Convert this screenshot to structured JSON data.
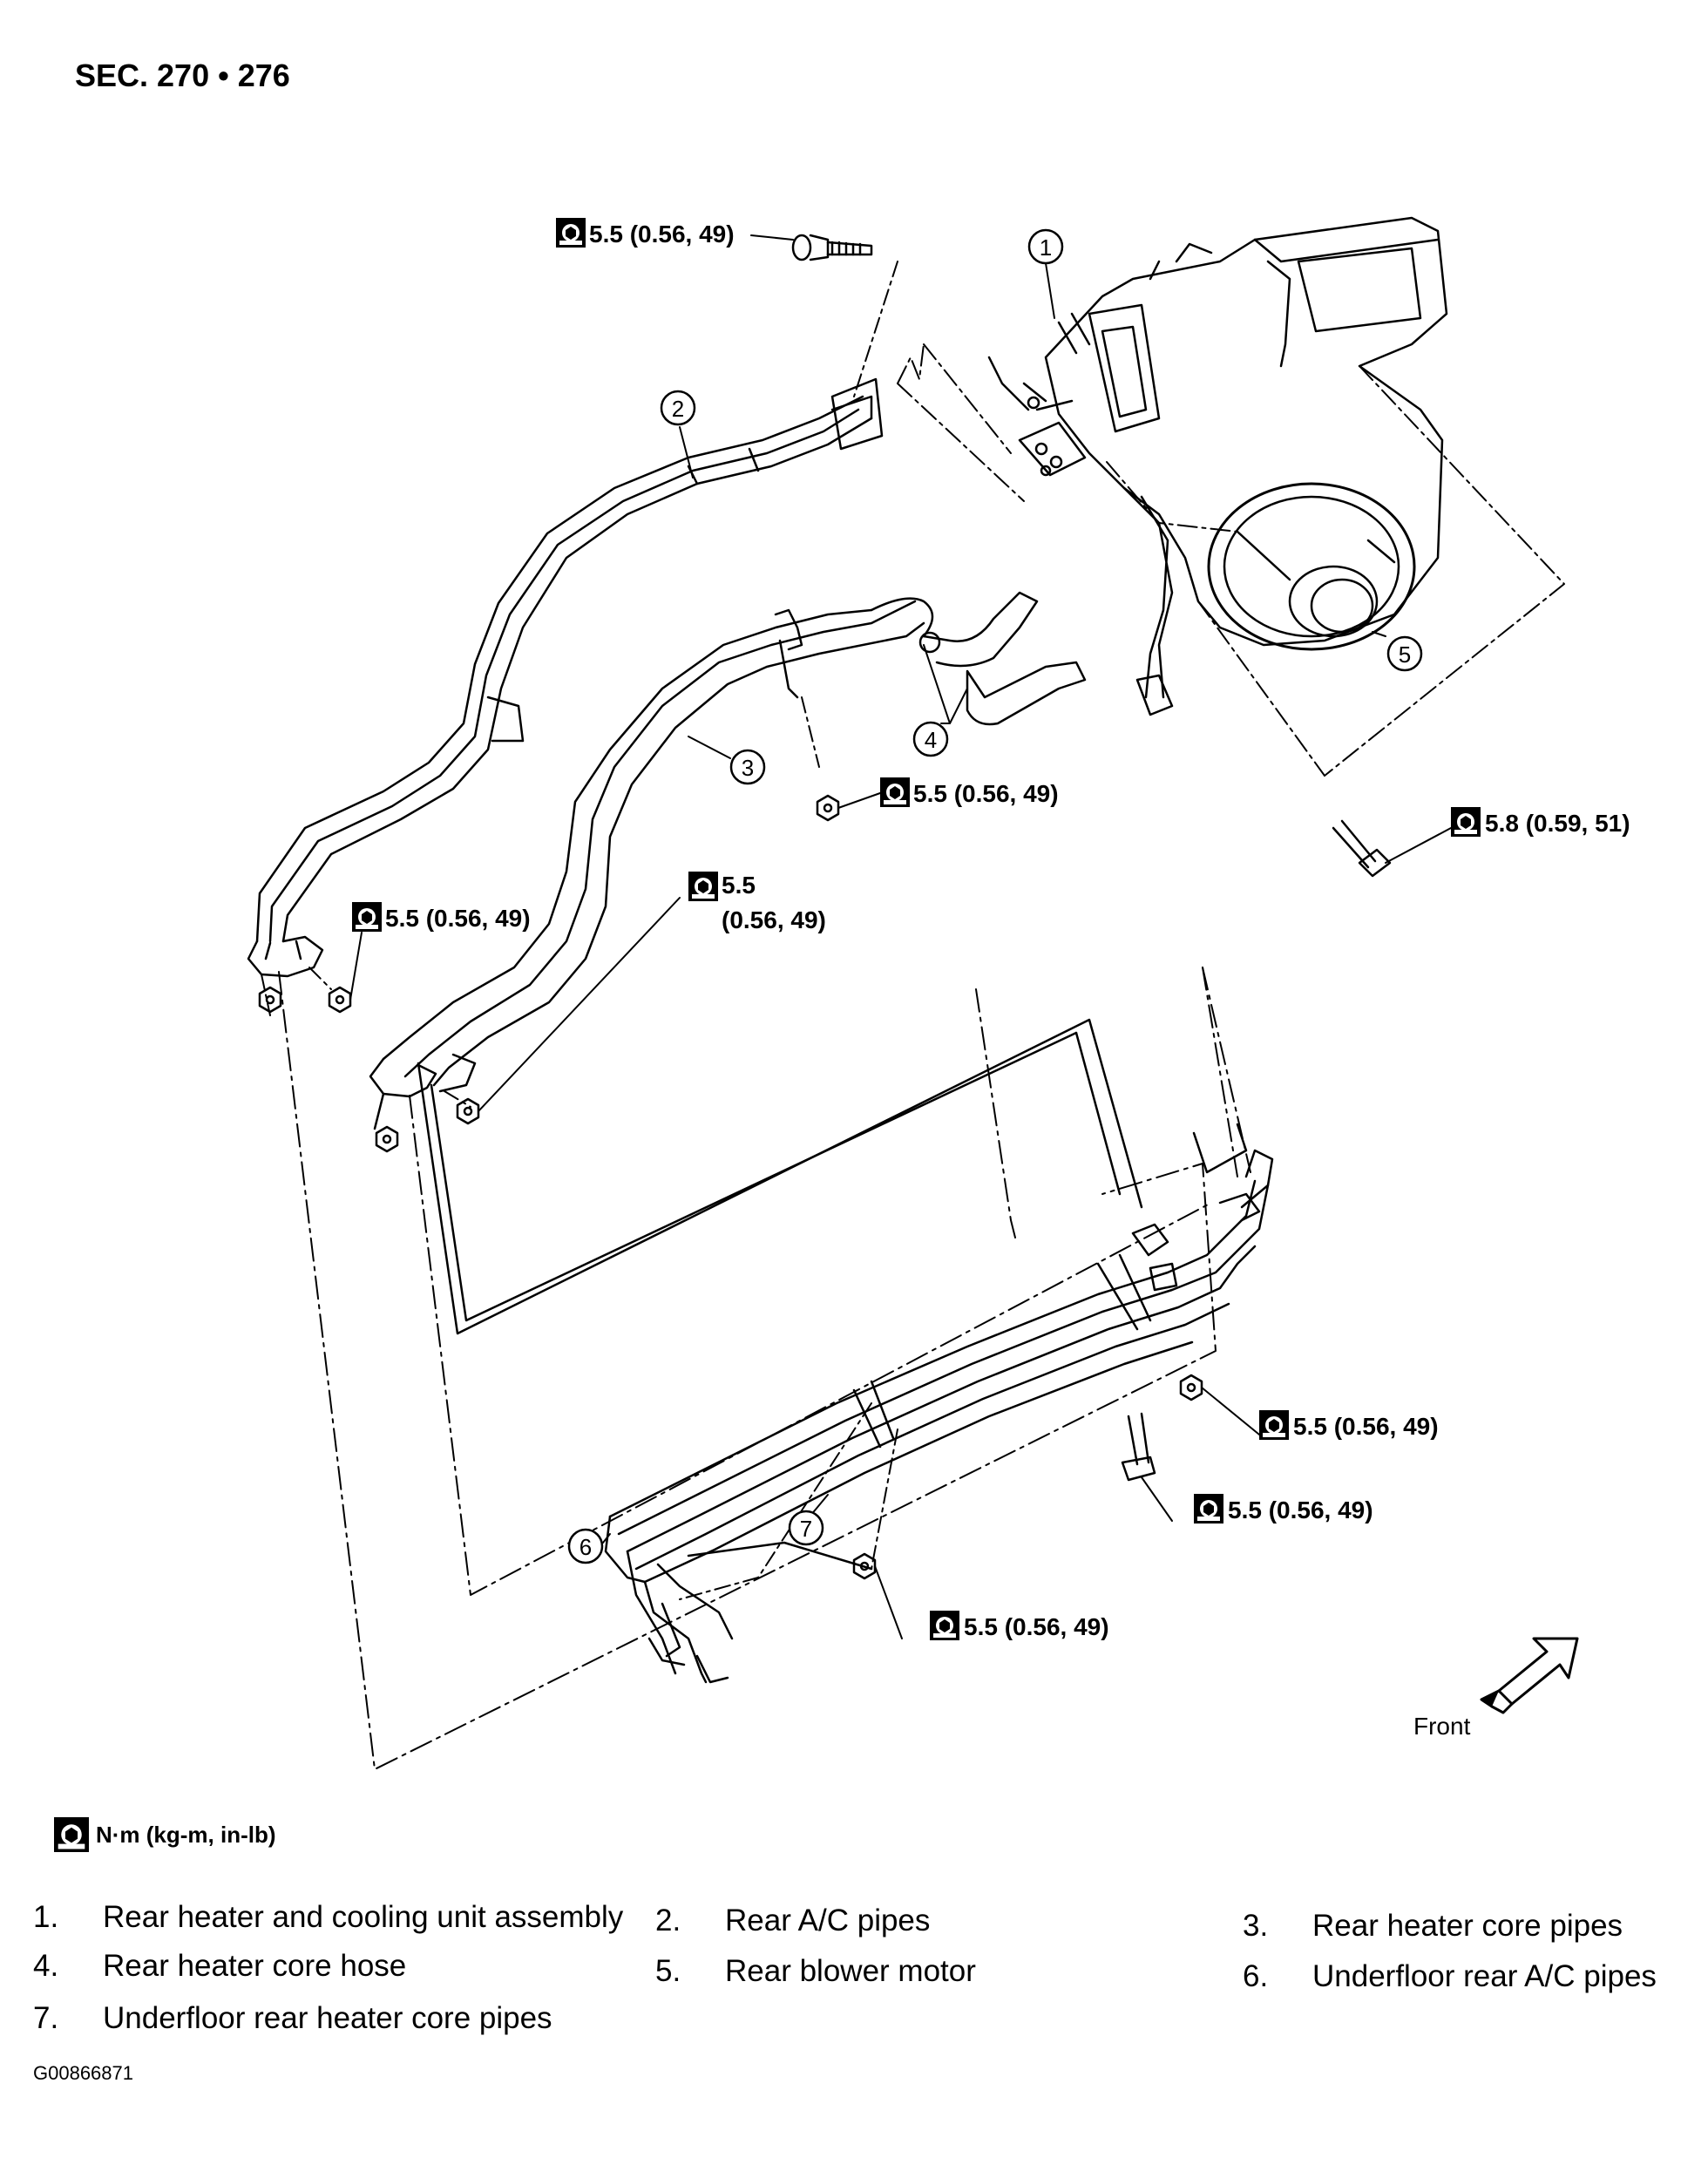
{
  "section_title": "SEC. 270 • 276",
  "callouts": [
    "1",
    "2",
    "3",
    "4",
    "5",
    "6",
    "7"
  ],
  "torque": {
    "t1": "5.5 (0.56, 49)",
    "t2": "5.5 (0.56, 49)",
    "t3a": "5.5",
    "t3b": "(0.56, 49)",
    "t4": "5.5 (0.56, 49)",
    "t5": "5.8 (0.59, 51)",
    "t6": "5.5 (0.56, 49)",
    "t7": "5.5 (0.56, 49)",
    "t8": "5.5 (0.56, 49)"
  },
  "front_label": "Front",
  "unit_label": "N·m (kg-m, in-lb)",
  "legend": [
    {
      "num": "1.",
      "text": "Rear heater and cooling unit assembly"
    },
    {
      "num": "2.",
      "text": "Rear A/C pipes"
    },
    {
      "num": "3.",
      "text": "Rear heater core pipes"
    },
    {
      "num": "4.",
      "text": "Rear heater core hose"
    },
    {
      "num": "5.",
      "text": "Rear blower motor"
    },
    {
      "num": "6.",
      "text": "Underfloor rear A/C pipes"
    },
    {
      "num": "7.",
      "text": "Underfloor rear heater core pipes"
    }
  ],
  "figure_code": "G00866871",
  "icons": [
    "torque-wrench-icon",
    "front-arrow-icon"
  ]
}
